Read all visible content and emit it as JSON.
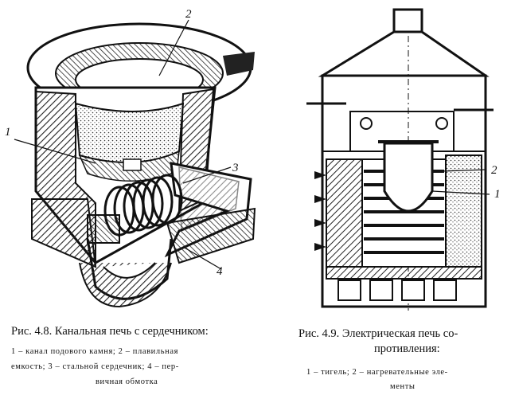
{
  "figure_left": {
    "caption": "Рис. 4.8. Канальная печь с сердечником:",
    "legend_line1": "1 – канал подового камня; 2 – плавильная",
    "legend_line2": "емкость; 3 – стальной сердечник; 4 – пер-",
    "legend_line3": "вичная обмотка",
    "labels": [
      "1",
      "2",
      "3",
      "4"
    ]
  },
  "figure_right": {
    "caption_line1": "Рис. 4.9. Электрическая печь со-",
    "caption_line2": "противления:",
    "legend_line1": "1 – тигель; 2 – нагревательные эле-",
    "legend_line2": "менты",
    "labels": [
      "2",
      "1"
    ]
  }
}
